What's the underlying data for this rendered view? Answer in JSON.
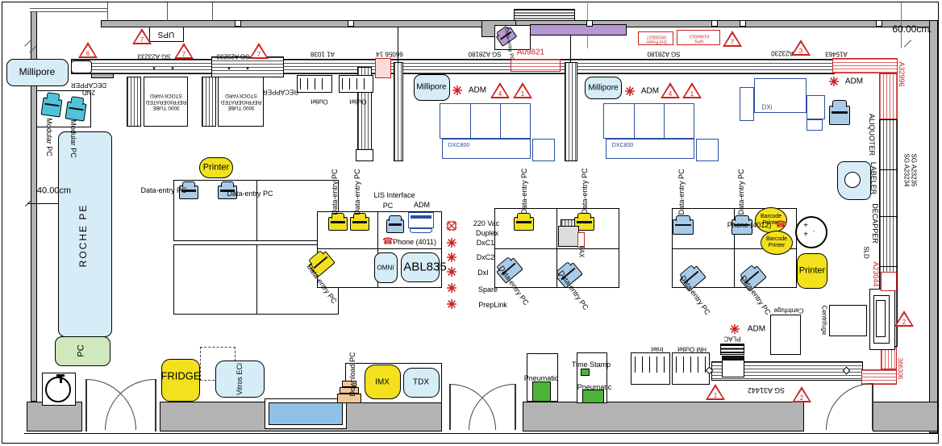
{
  "dims": {
    "top_right": "60.00cm.",
    "left": "40.00cm"
  },
  "labels": {
    "millipore": "Millipore",
    "adm": "ADM",
    "data_entry": "Data-entry PC",
    "printer": "Printer",
    "ups": "UPS",
    "decapper2_l1": "2ND",
    "decapper2_l2": "DECAPPER",
    "stockyard_l1": "3000 TUBE",
    "stockyard_l2": "REFRIGERATED",
    "stockyard_l3": "STOCKYARD",
    "recapper": "RECAPPER",
    "outlet": "Outlet",
    "modular_pc": "Modular PC",
    "roche": "ROCHE  PE",
    "pc": "PC",
    "sg23233": "SG A23233",
    "a11038": "A1 1038",
    "n6605614": "66056 14",
    "sg28180": "SG A28180",
    "a09821": "A09821",
    "a23230": "A23230",
    "a15463": "A15463",
    "a32996": "A32996",
    "power2_l1": "2nd Power",
    "power2_l2": "09155527",
    "ups2_l1": "UPS",
    "ups2_l2": "61066913",
    "dxc800": "DXC800",
    "dxi": "DXi",
    "lis_l1": "LIS Interface",
    "lis_l2": "PC",
    "phone1": "Phone (4011)",
    "phone2": "Phone (4012)",
    "omni": "OMNI",
    "abl835": "ABL835",
    "fax": "FAX",
    "v220": "220 Vac",
    "duplex": "Duplex",
    "dxc1": "DxC1",
    "dxc2": "DxC2",
    "dxi_line": "DxI",
    "spare": "Spare",
    "preplink": "PrepLink",
    "barcode_l1": "Barcode",
    "barcode_l2": "Printer",
    "aliquoter": "ALIQUOTER",
    "labeler": "LABELER",
    "decapper": "DECAPPER",
    "sld": "SLD",
    "sg23234": "SG A23234",
    "sg23235": "SG A23235",
    "a23044": "A23044",
    "n366306": "366306",
    "centrifuge": "Centrifuge",
    "fridge": "FRIDGE",
    "vitros": "Vitros ECi",
    "download_pc": "Download PC",
    "imx": "IMX",
    "tdx": "TDX",
    "pneumatic": "Pneumatic",
    "time_stamp": "Time Stamp",
    "inlet": "Inlet",
    "hm_outlet": "HM Outlet",
    "plac": "PLAC",
    "sg31442": "SG A31442"
  },
  "triangles": {
    "t1": "1",
    "t2": "2",
    "t3": "3",
    "t4": "4",
    "t6": "6",
    "t7": "7"
  }
}
